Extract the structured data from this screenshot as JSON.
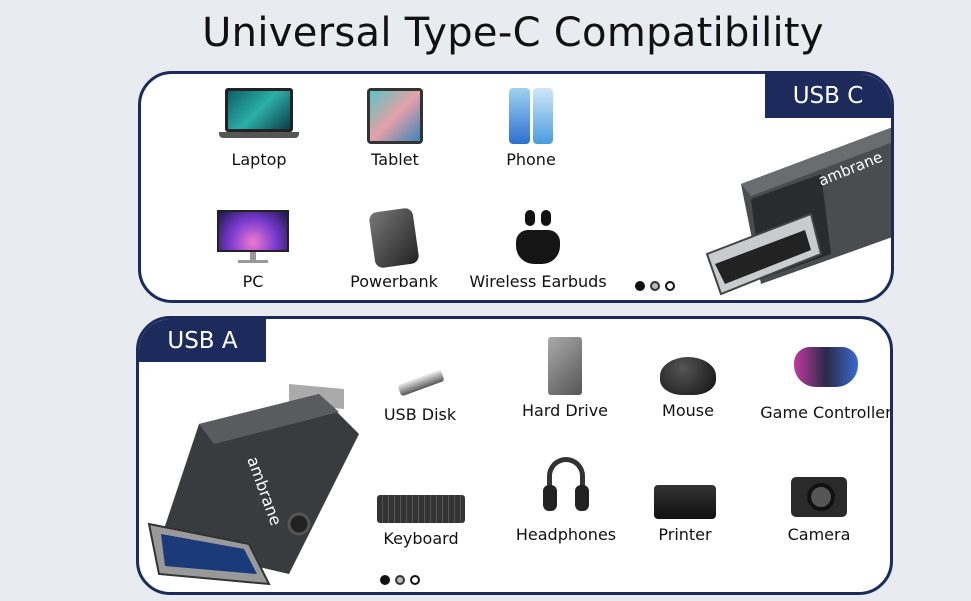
{
  "title": "Universal Type-C Compatibility",
  "usb_c": {
    "tab": "USB C",
    "items": [
      {
        "label": "Laptop",
        "icon": "laptop-icon"
      },
      {
        "label": "Tablet",
        "icon": "tablet-icon"
      },
      {
        "label": "Phone",
        "icon": "phone-icon"
      },
      {
        "label": "PC",
        "icon": "monitor-icon"
      },
      {
        "label": "Powerbank",
        "icon": "powerbank-icon"
      },
      {
        "label": "Wireless Earbuds",
        "icon": "earbuds-icon"
      }
    ],
    "brand": "ambrane"
  },
  "usb_a": {
    "tab": "USB A",
    "items": [
      {
        "label": "USB Disk",
        "icon": "usb-disk-icon"
      },
      {
        "label": "Hard Drive",
        "icon": "hard-drive-icon"
      },
      {
        "label": "Mouse",
        "icon": "mouse-icon"
      },
      {
        "label": "Game Controller",
        "icon": "game-controller-icon"
      },
      {
        "label": "Keyboard",
        "icon": "keyboard-icon"
      },
      {
        "label": "Headphones",
        "icon": "headphones-icon"
      },
      {
        "label": "Printer",
        "icon": "printer-icon"
      },
      {
        "label": "Camera",
        "icon": "camera-icon"
      }
    ],
    "brand": "ambrane"
  },
  "colors": {
    "navy": "#1c2b5c",
    "background": "#e8ebef"
  }
}
